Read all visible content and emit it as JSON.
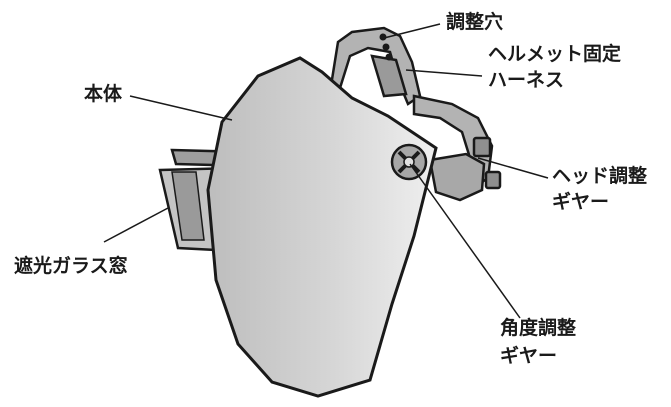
{
  "labels": {
    "body": "本体",
    "adjust_hole": "調整穴",
    "harness_line1": "ヘルメット固定",
    "harness_line2": "ハーネス",
    "head_gear_line1": "ヘッド調整",
    "head_gear_line2": "ギヤー",
    "angle_gear_line1": "角度調整",
    "angle_gear_line2": "ギヤー",
    "shade_window": "遮光ガラス窓"
  },
  "colors": {
    "outline": "#1a1a1a",
    "shell_light": "#c7c7c7",
    "shell_dark": "#e9e9e9",
    "parts": "#b5b5b5"
  }
}
